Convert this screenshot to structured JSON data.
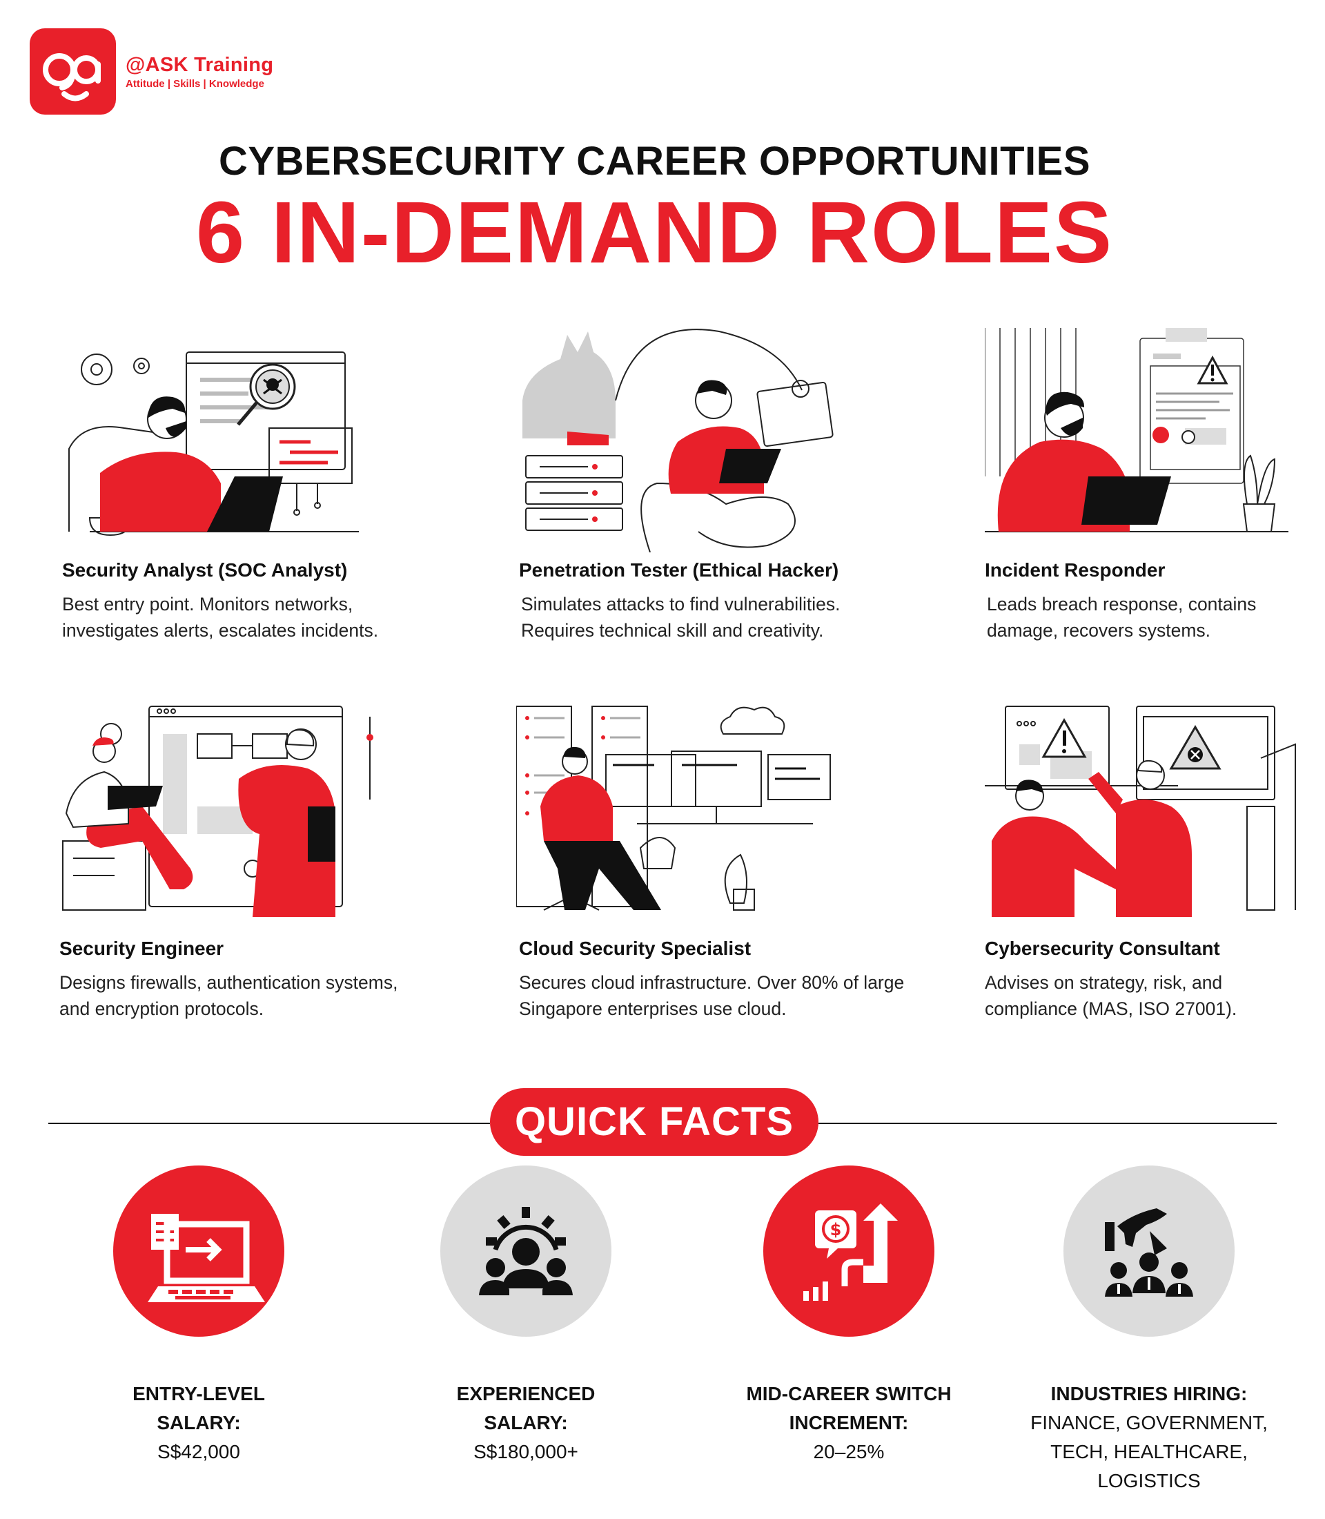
{
  "brand": {
    "name": "@ASK Training",
    "tagline": "Attitude | Skills | Knowledge",
    "color": "#e8202a"
  },
  "header": {
    "title": "CYBERSECURITY CAREER OPPORTUNITIES",
    "headline": "6 IN-DEMAND ROLES"
  },
  "roles": [
    {
      "title": "Security Analyst (SOC Analyst)",
      "desc": "Best entry point. Monitors networks, investigates alerts, escalates incidents."
    },
    {
      "title": "Penetration Tester (Ethical Hacker)",
      "desc": "Simulates attacks to find vulnerabilities. Requires technical skill and creativity."
    },
    {
      "title": "Incident Responder",
      "desc": "Leads breach response, contains damage, recovers systems."
    },
    {
      "title": "Security Engineer",
      "desc": "Designs firewalls, authentication systems, and encryption protocols."
    },
    {
      "title": "Cloud Security Specialist",
      "desc": "Secures cloud infrastructure. Over 80% of large Singapore enterprises use cloud."
    },
    {
      "title": "Cybersecurity Consultant",
      "desc": "Advises on strategy, risk, and compliance (MAS, ISO 27001)."
    }
  ],
  "quick_facts": {
    "heading": "QUICK FACTS",
    "items": [
      {
        "label_1": "ENTRY-LEVEL",
        "label_2": "SALARY:",
        "value_1": "S$42,000",
        "value_2": "",
        "icon": "laptop-transfer-icon",
        "circle": "red"
      },
      {
        "label_1": "EXPERIENCED",
        "label_2": "SALARY:",
        "value_1": "S$180,000+",
        "value_2": "",
        "icon": "team-gear-icon",
        "circle": "grey"
      },
      {
        "label_1": "MID-CAREER SWITCH",
        "label_2": "INCREMENT:",
        "value_1": "20–25%",
        "value_2": "",
        "icon": "money-growth-icon",
        "circle": "red"
      },
      {
        "label_1": "INDUSTRIES HIRING:",
        "label_2": "",
        "value_1": "FINANCE, GOVERNMENT,",
        "value_2": "TECH, HEALTHCARE,",
        "value_3": "LOGISTICS",
        "icon": "hiring-hand-icon",
        "circle": "grey"
      }
    ]
  }
}
